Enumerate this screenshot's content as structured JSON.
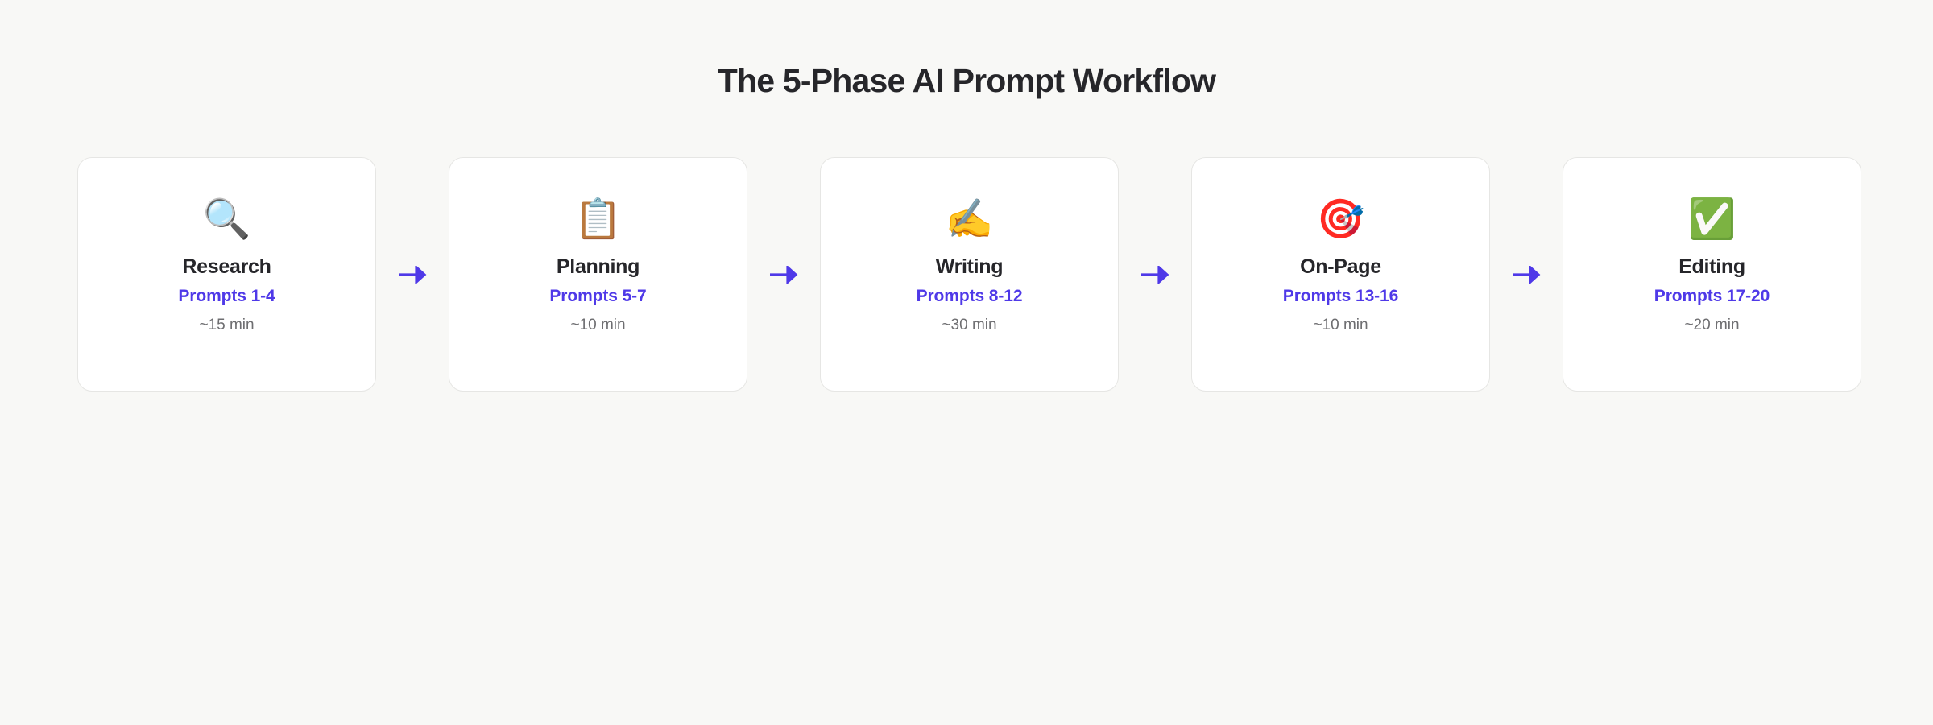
{
  "header": {
    "title": "The 5-Phase AI Prompt Workflow"
  },
  "colors": {
    "background": "#f8f8f6",
    "card_background": "#ffffff",
    "card_border": "#e6e6e4",
    "title_text": "#26262a",
    "accent": "#4f39e8",
    "muted_text": "#6e6e71"
  },
  "workflow": {
    "arrow_glyph": "→",
    "phases": [
      {
        "icon": "🔍",
        "icon_name": "magnifying-glass-icon",
        "name": "Research",
        "prompts": "Prompts 1-4",
        "duration": "~15 min"
      },
      {
        "icon": "📋",
        "icon_name": "clipboard-icon",
        "name": "Planning",
        "prompts": "Prompts 5-7",
        "duration": "~10 min"
      },
      {
        "icon": "✍️",
        "icon_name": "writing-hand-icon",
        "name": "Writing",
        "prompts": "Prompts 8-12",
        "duration": "~30 min"
      },
      {
        "icon": "🎯",
        "icon_name": "target-dart-icon",
        "name": "On-Page",
        "prompts": "Prompts 13-16",
        "duration": "~10 min"
      },
      {
        "icon": "✅",
        "icon_name": "green-check-mark-icon",
        "name": "Editing",
        "prompts": "Prompts 17-20",
        "duration": "~20 min"
      }
    ]
  }
}
